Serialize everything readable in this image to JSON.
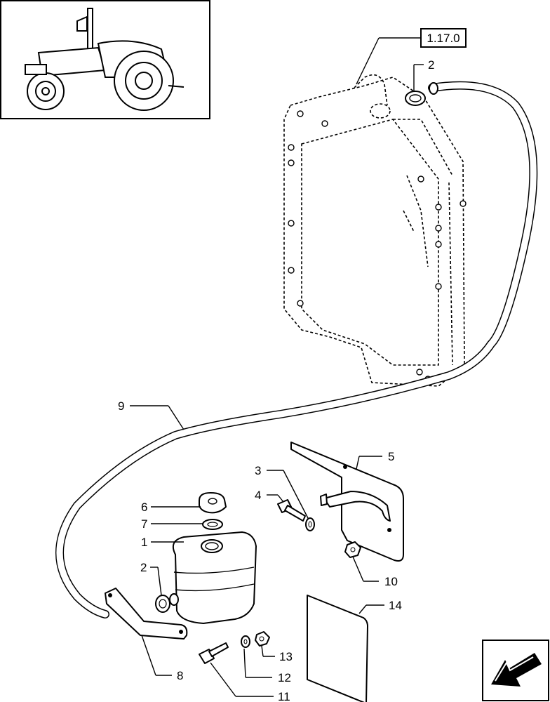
{
  "reference_box": "1.17.0",
  "labels": {
    "l1": "1",
    "l2_top": "2",
    "l2_bottom": "2",
    "l3": "3",
    "l4": "4",
    "l5": "5",
    "l6": "6",
    "l7": "7",
    "l8": "8",
    "l9": "9",
    "l10": "10",
    "l11": "11",
    "l12": "12",
    "l13": "13",
    "l14": "14"
  },
  "icons": {
    "tractor": "tractor-thumbnail-icon",
    "corner": "page-turn-arrow-icon"
  }
}
